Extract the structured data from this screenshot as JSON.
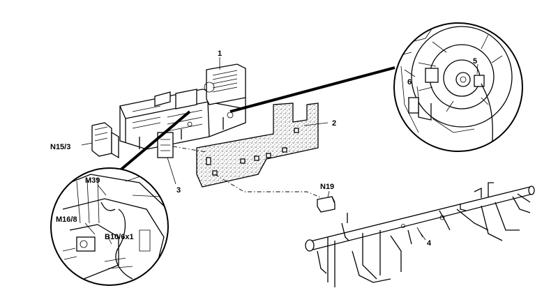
{
  "labels": {
    "l1": "1",
    "l2": "2",
    "l3": "3",
    "l4": "4",
    "l5": "5",
    "l6": "6",
    "n15": "N15/3",
    "n19": "N19",
    "m39": "M39",
    "m16": "M16/8",
    "b10": "B10/6x1"
  }
}
